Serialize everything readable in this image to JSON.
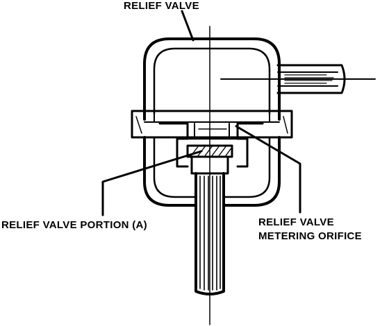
{
  "labels": {
    "relief_valve": "RELIEF VALVE",
    "relief_valve_portion": "RELIEF VALVE PORTION (A)",
    "metering_orifice_line1": "RELIEF VALVE",
    "metering_orifice_line2": "METERING ORIFICE"
  },
  "colors": {
    "ink": "#000000",
    "paper": "#ffffff"
  }
}
